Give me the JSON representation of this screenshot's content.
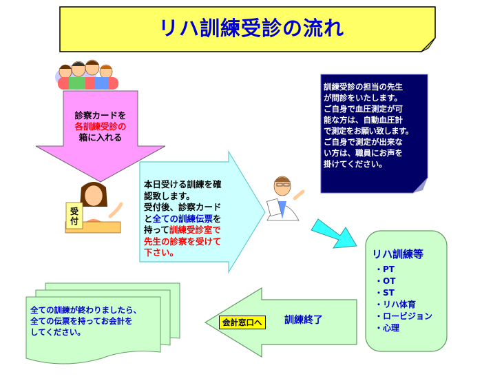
{
  "title": "リハ訓練受診の流れ",
  "step1": {
    "line1": "診察カードを",
    "line2": "各訓練受診の",
    "line3": "箱に入れる"
  },
  "step2": {
    "l1": "本日受ける訓練を確",
    "l2": "認致します。",
    "l3": "受付後、診察カード",
    "l4a": "と",
    "l4b": "全ての訓練伝票",
    "l4c": "を",
    "l5a": "持って",
    "l5b": "訓練受診室で",
    "l6": "先生の診察を受けて",
    "l7": "下さい。"
  },
  "doctor_note": {
    "l1": "訓練受診の担当の先生",
    "l2": "が問診をいたします。",
    "l3": "ご自身で血圧測定が可",
    "l4": "能な方は、自動血圧計",
    "l5": "で測定をお願い致します。",
    "l6": "ご自身で測定が出来な",
    "l7": "い方は、職員にお声を",
    "l8": "掛けてください。"
  },
  "reception_sign": {
    "a": "受",
    "b": "付"
  },
  "therapies": {
    "title": "リハ訓練等",
    "items": [
      "・PT",
      "・OT",
      "・ST",
      "・リハ体育",
      "・ロービジョン",
      "・心理"
    ]
  },
  "end_arrow": {
    "label": "会計窓口へ",
    "done": "訓練終了"
  },
  "final_note": {
    "l1": "全ての訓練が終わりましたら、",
    "l2": "全ての伝票を持ってお会計を",
    "l3": "してください。"
  },
  "colors": {
    "title_bg": "#ffff66",
    "pink": "#ff99ff",
    "pale_cyan": "#ccffff",
    "cyan_arrow": "#33ffff",
    "navy": "#000066",
    "green": "#ccffcc",
    "red": "#ff0000",
    "blue": "#0000cc"
  },
  "icons": {
    "family": "family-illustration",
    "receptionist": "receptionist-illustration",
    "doctor": "doctor-illustration"
  }
}
